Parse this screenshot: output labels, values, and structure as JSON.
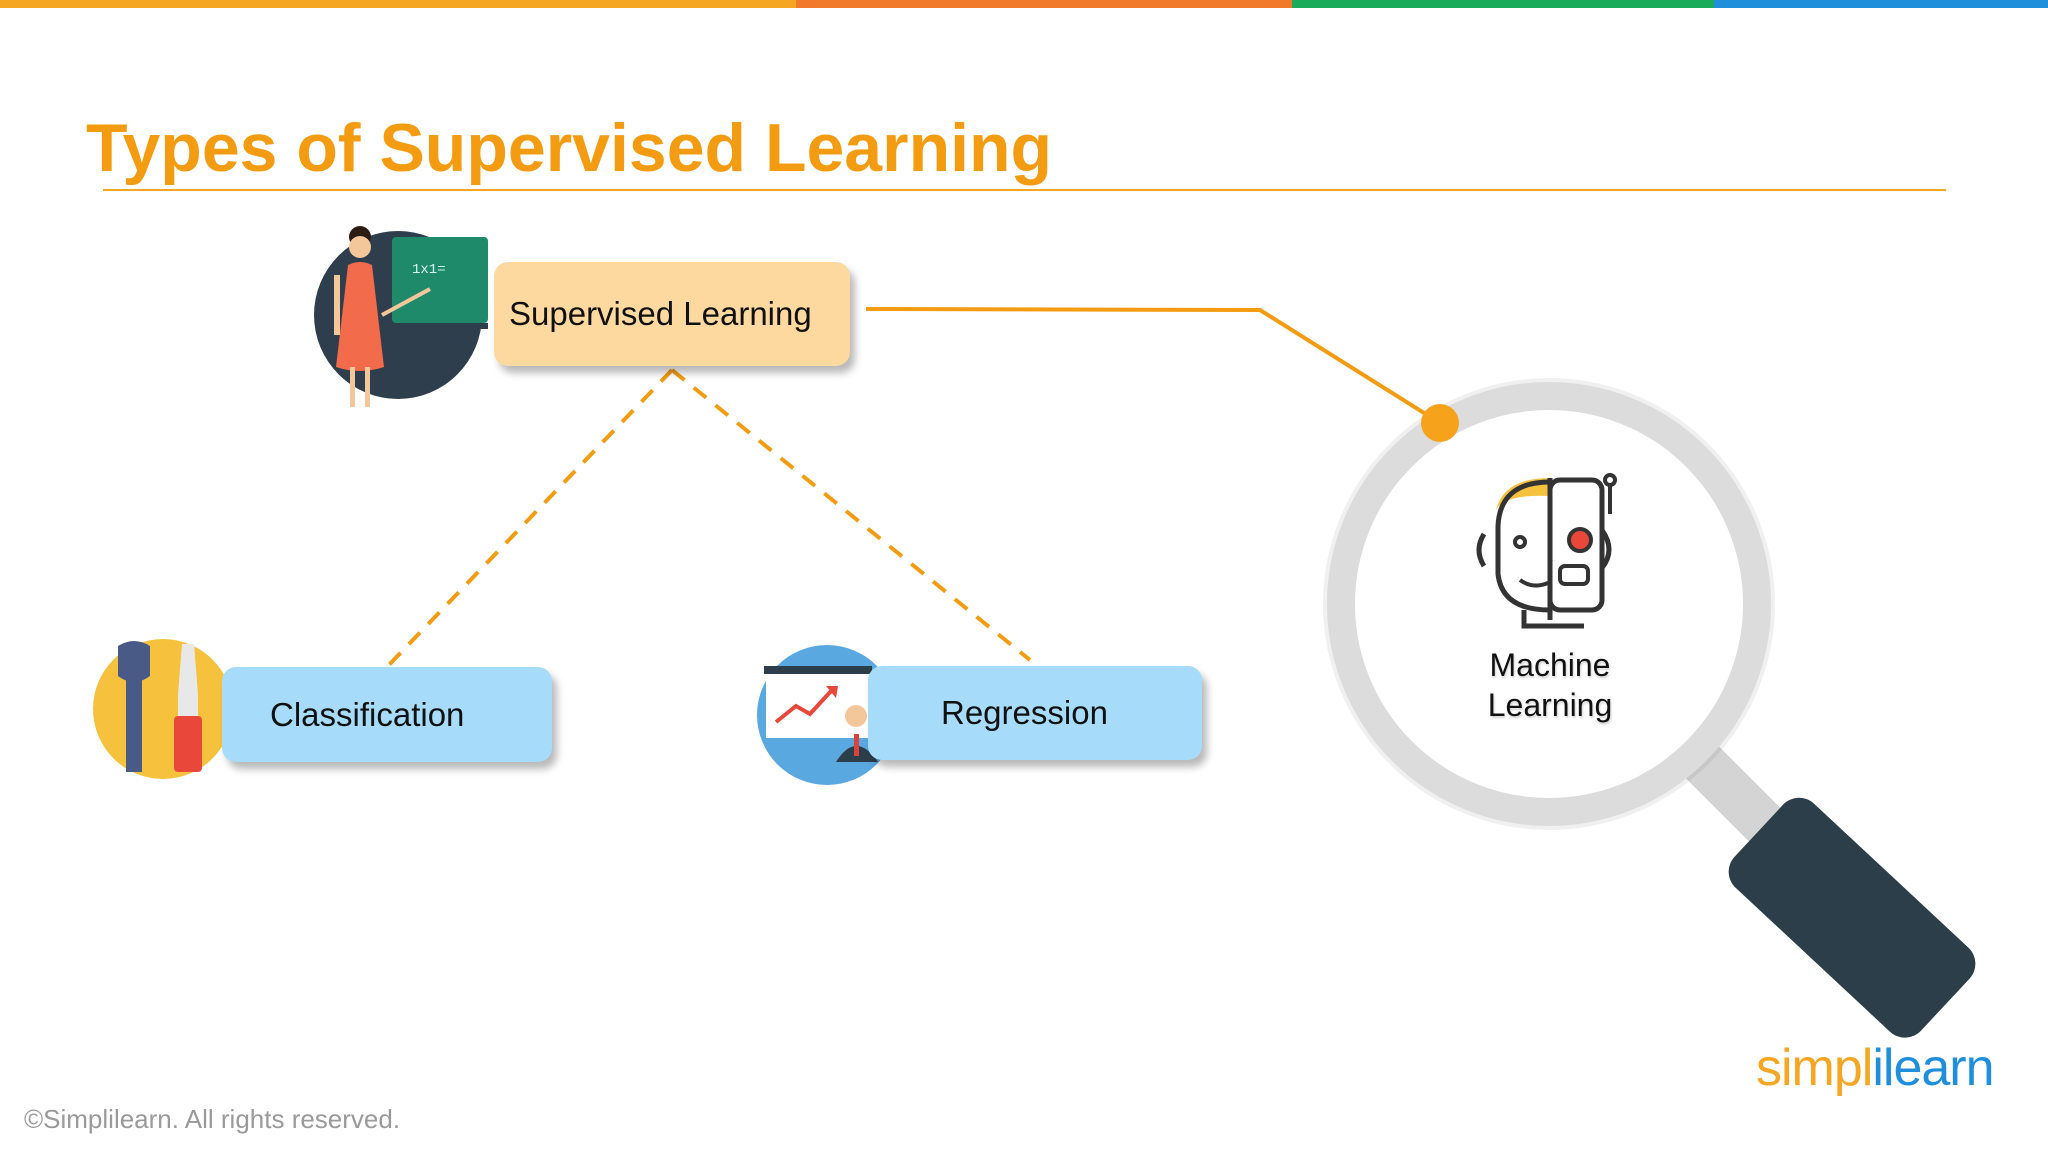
{
  "slide": {
    "title": "Types of Supervised Learning",
    "copyright": "©Simplilearn. All rights reserved."
  },
  "logo": {
    "part1": "simpl",
    "part2": "i",
    "part3": "learn"
  },
  "nodes": {
    "supervised": "Supervised Learning",
    "classification": "Classification",
    "regression": "Regression",
    "machine_learning_line1": "Machine",
    "machine_learning_line2": "Learning"
  },
  "colors": {
    "title": "#f39c12",
    "title_rule": "#f5a623",
    "connector": "#f39c12",
    "supervised_box": "#fdd9a0",
    "child_box": "#a6dcf9",
    "magnifier_ring": "#dcdcdc",
    "magnifier_handle": "#2c3e4a",
    "topbar": [
      "#f5a623",
      "#f07a2a",
      "#1aab5a",
      "#1f8fdc"
    ],
    "logo_orange": "#f5a623",
    "logo_blue": "#1f8fdc"
  },
  "icons": {
    "supervised": "teacher-blackboard-icon",
    "classification": "wrench-screwdriver-icon",
    "regression": "presentation-chart-icon",
    "machine_learning": "human-robot-face-icon",
    "search": "magnifying-glass-icon"
  }
}
